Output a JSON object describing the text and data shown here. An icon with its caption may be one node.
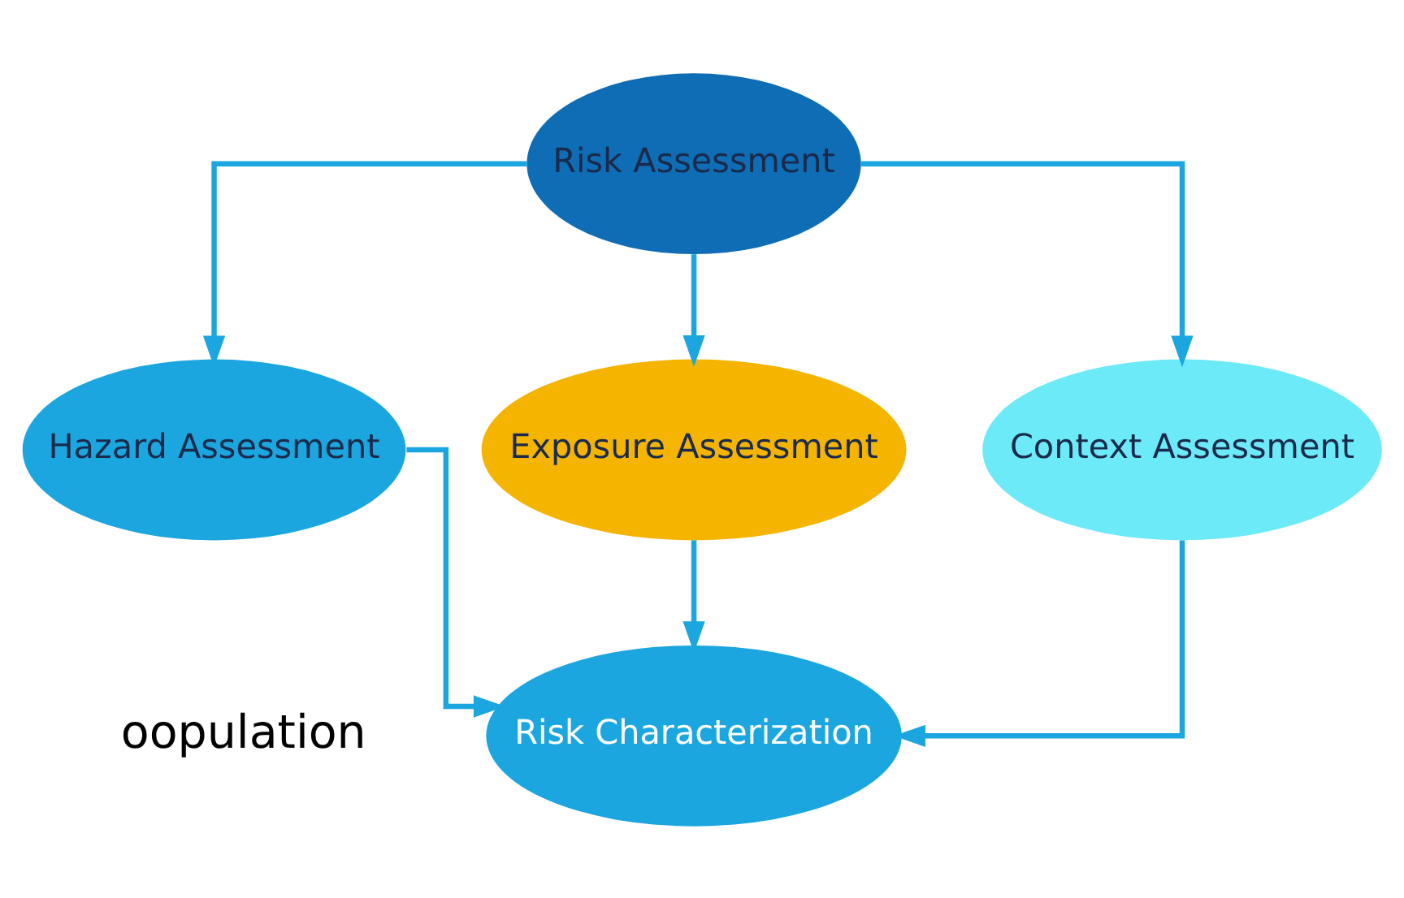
{
  "diagram": {
    "nodes": [
      {
        "text": [
          "Risk Assessment"
        ]
      },
      {
        "text": [
          "Hazard Assessment"
        ]
      },
      {
        "text": [
          "Exposure Assessment"
        ]
      },
      {
        "text": [
          "Context Assessment"
        ]
      },
      {
        "text": [
          "Risk Characterization"
        ]
      }
    ],
    "edges": [
      {
        "from": 0,
        "to": 1,
        "arrow": "to"
      },
      {
        "from": 0,
        "to": 2,
        "arrow": "to"
      },
      {
        "from": 0,
        "to": 3,
        "arrow": "to"
      },
      {
        "from": 1,
        "to": 4,
        "arrow": "to"
      },
      {
        "from": 2,
        "to": 4,
        "arrow": "to"
      },
      {
        "from": 3,
        "to": 4,
        "arrow": "to"
      }
    ],
    "labels": [
      "oopulation"
    ]
  }
}
